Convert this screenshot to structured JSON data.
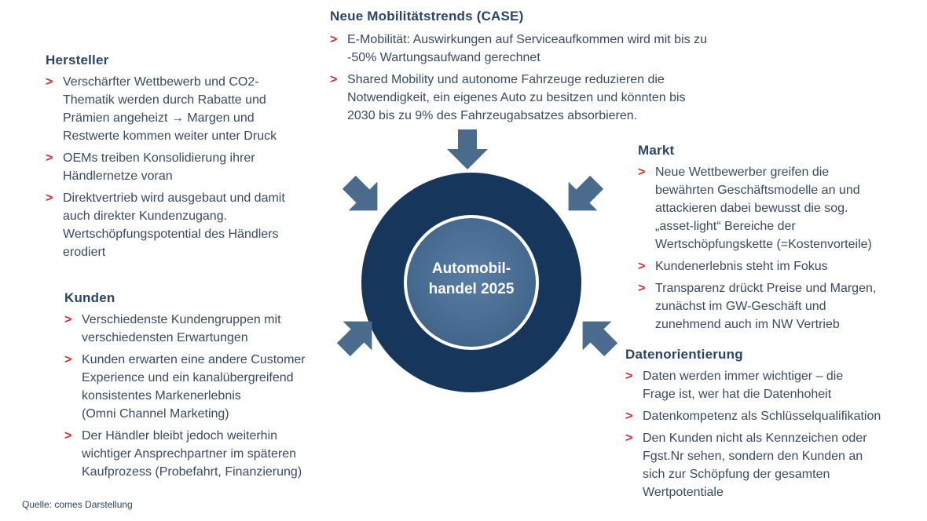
{
  "center": {
    "label": "Automobil-\nhandel 2025"
  },
  "sections": {
    "case": {
      "title": "Neue Mobilitätstrends  (CASE)",
      "items": [
        "E-Mobilität: Auswirkungen auf Serviceaufkommen wird mit bis zu\n-50% Wartungsaufwand gerechnet",
        "Shared Mobility und autonome Fahrzeuge reduzieren die\nNotwendigkeit, ein eigenes Auto zu besitzen und könnten bis\n2030 bis zu 9% des Fahrzeugabsatzes absorbieren."
      ]
    },
    "hersteller": {
      "title": "Hersteller",
      "items": [
        "Verschärfter Wettbewerb und CO2-\nThematik werden durch Rabatte und\nPrämien angeheizt → Margen und\nRestwerte kommen weiter unter Druck",
        "OEMs treiben Konsolidierung ihrer\nHändlernetze voran",
        "Direktvertrieb wird ausgebaut und damit\nauch direkter Kundenzugang.\nWertschöpfungspotential des Händlers\nerodiert"
      ]
    },
    "kunden": {
      "title": "Kunden",
      "items": [
        "Verschiedenste Kundengruppen mit\nverschiedensten Erwartungen",
        "Kunden erwarten eine andere Customer\nExperience und ein kanalübergreifend\nkonsistentes Markenerlebnis\n(Omni Channel Marketing)",
        "Der Händler bleibt jedoch weiterhin\nwichtiger Ansprechpartner im späteren\nKaufprozess (Probefahrt, Finanzierung)"
      ]
    },
    "markt": {
      "title": "Markt",
      "items": [
        "Neue Wettbewerber greifen die\nbewährten Geschäftsmodelle an und\nattackieren dabei bewusst die sog.\n„asset-light“ Bereiche der\nWertschöpfungskette (=Kostenvorteile)",
        "Kundenerlebnis steht im Fokus",
        "Transparenz drückt Preise und Margen,\nzunächst im GW-Geschäft und\nzunehmend auch im NW Vertrieb"
      ]
    },
    "daten": {
      "title": "Datenorientierung",
      "items": [
        "Daten werden immer wichtiger – die\nFrage ist, wer hat die Datenhoheit",
        "Datenkompetenz als Schlüsselqualifikation",
        "Den Kunden nicht als Kennzeichen oder\nFgst.Nr sehen, sondern den Kunden an\nsich zur Schöpfung der gesamten\nWertpotentiale"
      ]
    }
  },
  "bullet_glyph": ">",
  "source": "Quelle: comes Darstellung",
  "colors": {
    "ring_outer": "#16365c",
    "ring_inner": "#4a6b8c",
    "arrow": "#4a6b8c",
    "heading": "#2b4567",
    "bullet": "#d22a2a"
  }
}
